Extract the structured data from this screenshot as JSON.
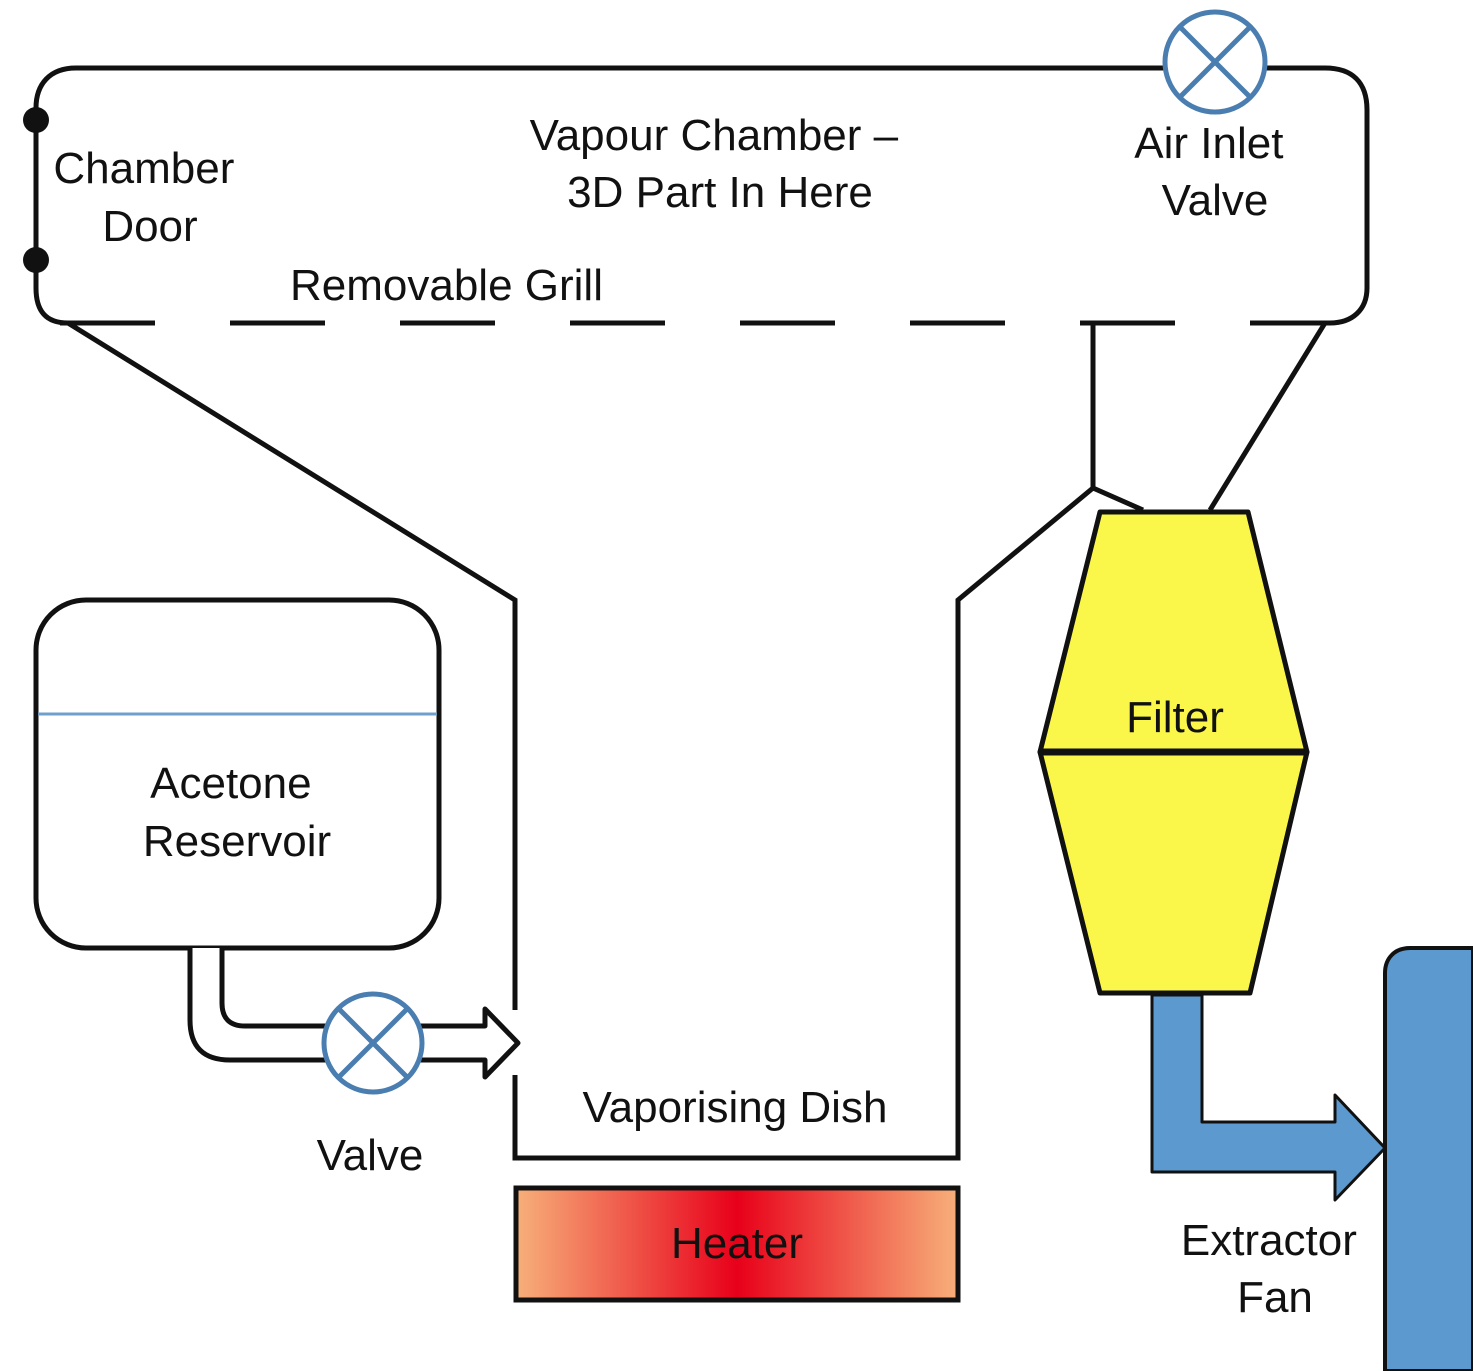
{
  "labels": {
    "vapour_chamber": [
      "Vapour Chamber –",
      "3D Part In Here"
    ],
    "chamber_door": [
      "Chamber",
      "Door"
    ],
    "air_inlet_valve": [
      "Air Inlet",
      "Valve"
    ],
    "removable_grill": "Removable Grill",
    "acetone_reservoir": [
      "Acetone",
      "Reservoir"
    ],
    "valve": "Valve",
    "vaporising_dish": "Vaporising Dish",
    "heater": "Heater",
    "filter": "Filter",
    "extractor_fan": [
      "Extractor",
      "Fan"
    ]
  },
  "colors": {
    "outline": "#111111",
    "valve_blue": "#4a7eb0",
    "filter_yellow": "#fbf74a",
    "fan_blue": "#5b99cf",
    "heater_edge": "#f7b07a",
    "heater_center": "#e8001a",
    "reservoir_level": "#6fa0cc"
  },
  "icons": {
    "valve_symbol": "circle-cross-valve-icon",
    "door_hinge": "hinge-dot-icon"
  }
}
